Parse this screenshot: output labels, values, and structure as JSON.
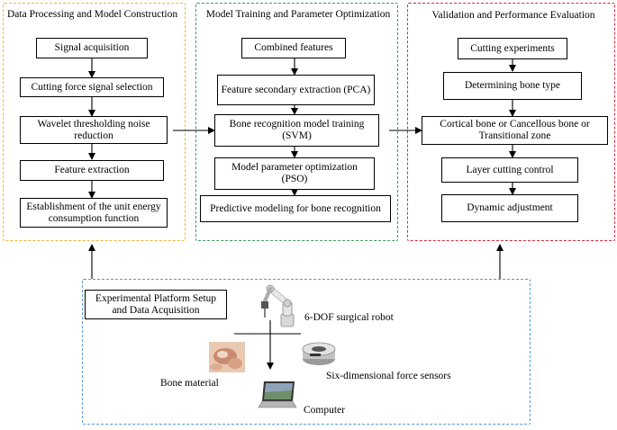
{
  "colors": {
    "panel1_border": "#f0b43a",
    "panel2_border": "#3c9a5f",
    "panel3_border": "#d9293f",
    "panel4_border": "#5b9bd5"
  },
  "panel1": {
    "title": "Data Processing and Model Construction",
    "steps": [
      "Signal acquisition",
      "Cutting force signal selection",
      "Wavelet thresholding noise reduction",
      "Feature extraction",
      "Establishment of the unit energy consumption function"
    ]
  },
  "panel2": {
    "title": "Model Training and Parameter Optimization",
    "steps": [
      "Combined features",
      "Feature secondary extraction (PCA)",
      "Bone recognition model training (SVM)",
      "Model parameter optimization (PSO)",
      "Predictive modeling for bone recognition"
    ]
  },
  "panel3": {
    "title": "Validation and Performance Evaluation",
    "steps": [
      "Cutting experiments",
      "Determining bone type",
      "Cortical bone or Cancellous bone or Transitional zone",
      "Layer cutting control",
      "Dynamic adjustment"
    ]
  },
  "panel4": {
    "title": "Experimental Platform Setup and Data Acquisition",
    "robot_label": "6-DOF surgical robot",
    "sensor_label": "Six-dimensional force sensors",
    "bone_label": "Bone material",
    "computer_label": "Computer"
  },
  "icons": {
    "robot": "surgical-robot-arm-icon",
    "sensor": "force-sensor-icon",
    "bone": "bone-sample-photo",
    "computer": "laptop-icon"
  }
}
